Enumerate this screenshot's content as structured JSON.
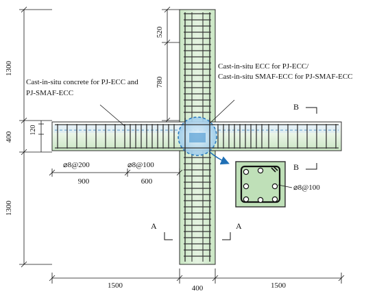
{
  "labels": {
    "left_note_line1": "Cast-in-situ concrete for PJ-ECC and",
    "left_note_line2": "PJ-SMAF-ECC",
    "right_note_line1": "Cast-in-situ ECC for PJ-ECC/",
    "right_note_line2": "Cast-in-situ SMAF-ECC for PJ-SMAF-ECC",
    "section_b_top": "B",
    "section_b_bottom": "B",
    "section_a_left": "A",
    "section_a_right": "A",
    "stirrup_200": "⌀8@200",
    "stirrup_100_beam": "⌀8@100",
    "stirrup_100_section": "⌀8@100"
  },
  "dimensions": {
    "left_top": "1300",
    "left_mid": "400",
    "left_beam_depth": "120",
    "left_bottom": "1300",
    "col_top_520": "520",
    "col_top_780": "780",
    "beam_900": "900",
    "beam_600": "600",
    "bottom_left": "1500",
    "bottom_mid": "400",
    "bottom_right": "1500"
  },
  "colors": {
    "concrete_fill": "#d6ecd2",
    "joint_fill": "#cfe6f5",
    "joint_ring": "#2b7bbd",
    "rebar": "#333333",
    "dashed_line": "#2b7bbd",
    "arrow": "#1f6fb5"
  }
}
